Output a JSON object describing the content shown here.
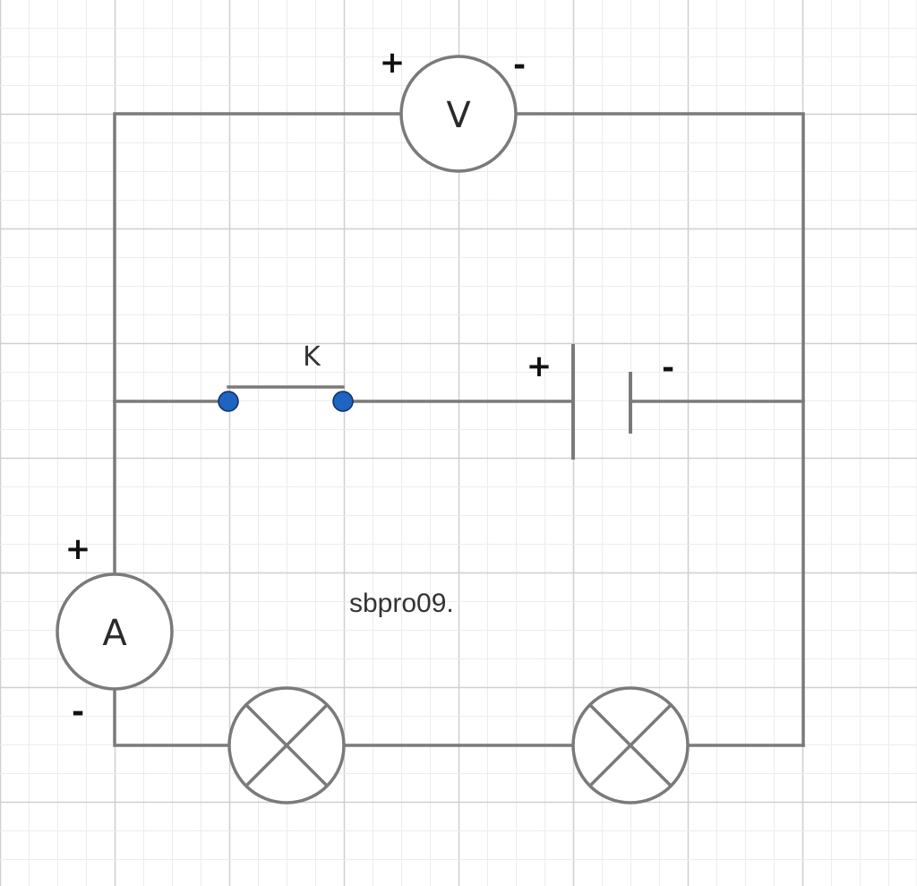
{
  "diagram": {
    "voltmeter": {
      "symbol": "V",
      "plus_sign": "+",
      "minus_sign": "-"
    },
    "ammeter": {
      "symbol": "A",
      "plus_sign": "+",
      "minus_sign": "-"
    },
    "switch": {
      "label": "K"
    },
    "battery": {
      "plus_sign": "+",
      "minus_sign": "-"
    },
    "watermark": "sbpro09.",
    "lamps": [
      "lamp-1",
      "lamp-2"
    ],
    "colors": {
      "wire": "#7a7a7a",
      "terminal": "#1e64c0",
      "grid_major": "#cfcfcf",
      "grid_minor": "#ececec"
    }
  }
}
